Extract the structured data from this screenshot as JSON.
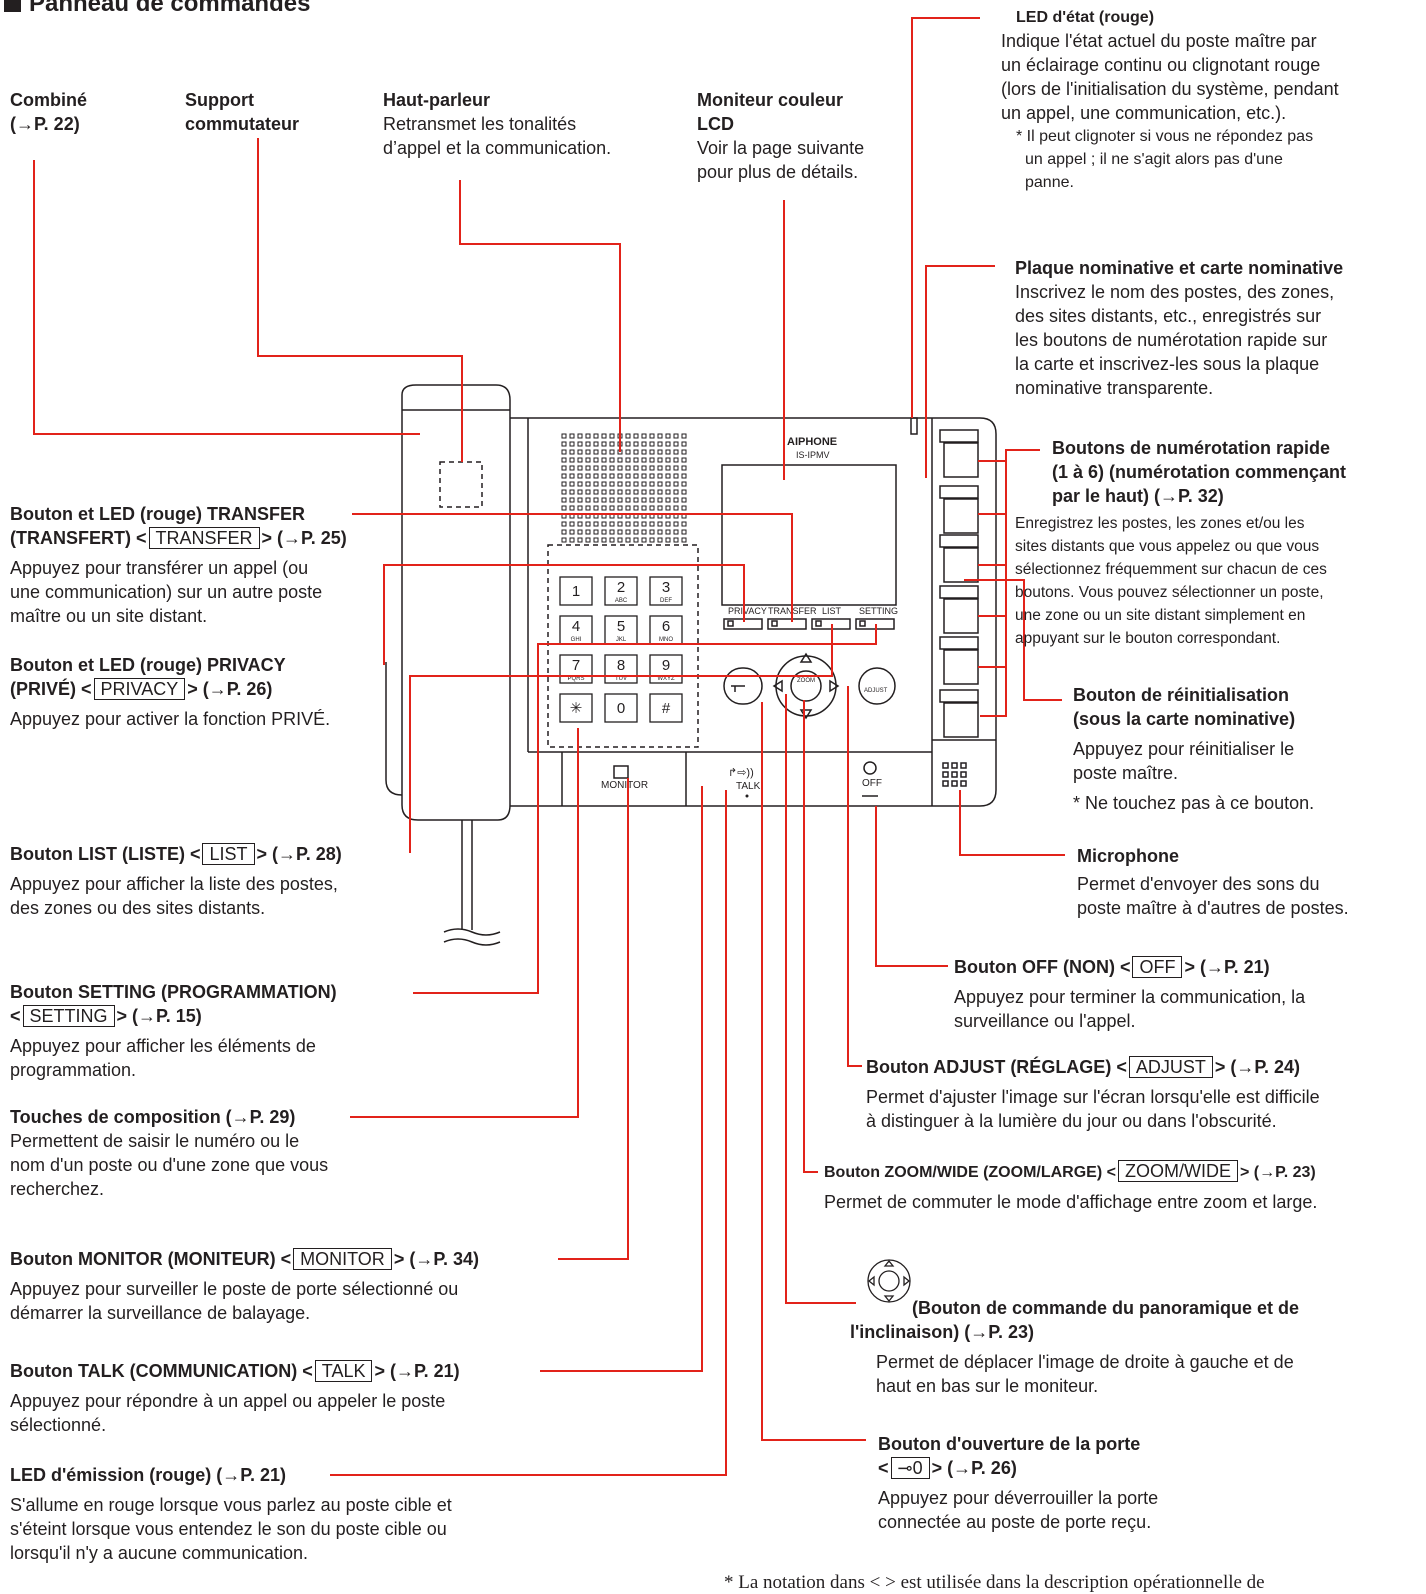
{
  "page_title": "Panneau de commandes",
  "device": {
    "brand": "AIPHONE",
    "model": "IS-IPMV"
  },
  "keypad": [
    {
      "num": "1",
      "letters": ""
    },
    {
      "num": "2",
      "letters": "ABC"
    },
    {
      "num": "3",
      "letters": "DEF"
    },
    {
      "num": "4",
      "letters": "GHI"
    },
    {
      "num": "5",
      "letters": "JKL"
    },
    {
      "num": "6",
      "letters": "MNO"
    },
    {
      "num": "7",
      "letters": "PQRS"
    },
    {
      "num": "8",
      "letters": "TUV"
    },
    {
      "num": "9",
      "letters": "WXYZ"
    },
    {
      "num": "✳",
      "letters": ""
    },
    {
      "num": "0",
      "letters": ""
    },
    {
      "num": "#",
      "letters": ""
    }
  ],
  "device_buttons": {
    "privacy": "PRIVACY",
    "transfer": "TRANSFER",
    "list": "LIST",
    "setting": "SETTING",
    "monitor": "MONITOR",
    "talk": "TALK",
    "off": "OFF",
    "adjust": "ADJUST",
    "zoom": "ZOOM"
  },
  "callouts": {
    "combine": {
      "title": "Combiné",
      "ref": "(→P. 22)"
    },
    "support": {
      "title1": "Support",
      "title2": "commutateur"
    },
    "haut_parleur": {
      "title": "Haut-parleur",
      "desc1": "Retransmet les tonalités",
      "desc2": "d’appel et la communication."
    },
    "moniteur_lcd": {
      "title1": "Moniteur couleur",
      "title2": "LCD",
      "desc1": "Voir la page suivante",
      "desc2": "pour plus de détails."
    },
    "led_etat": {
      "title": "LED d'état (rouge)",
      "desc": [
        "Indique l'état actuel du poste maître par",
        "un éclairage continu ou clignotant rouge",
        "(lors de l'initialisation du système, pendant",
        "un appel, une communication, etc.)."
      ],
      "note": [
        "* Il peut clignoter si vous ne répondez pas",
        "un appel ; il ne s'agit alors pas d'une",
        "panne."
      ]
    },
    "plaque": {
      "title": "Plaque nominative et carte nominative",
      "desc": [
        "Inscrivez le nom des postes, des zones,",
        "des sites distants, etc., enregistrés sur",
        "les boutons de numérotation rapide sur",
        "la carte et inscrivez-les sous la plaque",
        "nominative transparente."
      ]
    },
    "numerotation": {
      "title": [
        "Boutons de numérotation rapide",
        "(1 à 6) (numérotation commençant",
        "par le haut) (→P. 32)"
      ],
      "desc": [
        "Enregistrez les postes, les zones et/ou les",
        "sites distants que vous appelez ou que vous",
        "sélectionnez fréquemment sur chacun de ces",
        "boutons. Vous pouvez sélectionner un poste,",
        "une zone ou un site distant simplement en",
        "appuyant sur le bouton correspondant."
      ]
    },
    "reinit": {
      "title": [
        "Bouton de réinitialisation",
        "(sous la carte nominative)"
      ],
      "desc": [
        "Appuyez pour réinitialiser le",
        "poste maître."
      ],
      "note": "* Ne touchez pas à ce bouton."
    },
    "microphone": {
      "title": "Microphone",
      "desc": [
        "Permet d'envoyer des sons du",
        "poste maître à d'autres de postes."
      ]
    },
    "transfer": {
      "title1": "Bouton et LED (rouge) TRANSFER",
      "pre": "(TRANSFERT) <",
      "key": "TRANSFER",
      "post": "> (→P. 25)",
      "desc": [
        "Appuyez pour transférer un appel (ou",
        "une communication) sur un autre poste",
        "maître ou un site distant."
      ]
    },
    "privacy": {
      "title1": "Bouton et LED (rouge) PRIVACY",
      "pre": "(PRIVÉ) <",
      "key": "PRIVACY",
      "post": "> (→P. 26)",
      "desc": "Appuyez pour activer la fonction PRIVÉ."
    },
    "list": {
      "pre": "Bouton LIST (LISTE) <",
      "key": "LIST",
      "post": "> (→P. 28)",
      "desc": [
        "Appuyez pour afficher la liste des postes,",
        "des zones ou des sites distants."
      ]
    },
    "setting": {
      "title": "Bouton SETTING (PROGRAMMATION)",
      "pre": "<",
      "key": "SETTING",
      "post": "> (→P. 15)",
      "desc": [
        "Appuyez pour afficher les éléments de",
        "programmation."
      ]
    },
    "touches": {
      "title": "Touches de composition (→P. 29)",
      "desc": [
        "Permettent de saisir le numéro ou le",
        "nom d'un poste ou d'une zone que vous",
        "recherchez."
      ]
    },
    "monitor": {
      "pre": "Bouton MONITOR (MONITEUR) <",
      "key": "MONITOR",
      "post": "> (→P. 34)",
      "desc": [
        "Appuyez pour surveiller le poste de porte sélectionné ou",
        "démarrer la surveillance de balayage."
      ]
    },
    "talk": {
      "pre": "Bouton TALK (COMMUNICATION) <",
      "key": "TALK",
      "post": "> (→P. 21)",
      "desc": [
        "Appuyez pour répondre à un appel ou appeler le poste",
        "sélectionné."
      ]
    },
    "led_emission": {
      "title": "LED d'émission (rouge) (→P. 21)",
      "desc": [
        "S'allume en rouge lorsque vous parlez au poste cible et",
        "s'éteint lorsque vous entendez le son du poste cible ou",
        "lorsqu'il n'y a aucune communication."
      ]
    },
    "off": {
      "pre": "Bouton OFF (NON) <",
      "key": "OFF",
      "post": "> (→P. 21)",
      "desc": [
        "Appuyez pour terminer la communication, la",
        "surveillance ou l'appel."
      ]
    },
    "adjust": {
      "pre": "Bouton ADJUST (RÉGLAGE) <",
      "key": "ADJUST",
      "post": "> (→P. 24)",
      "desc": [
        "Permet d'ajuster l'image sur l'écran lorsqu'elle est difficile",
        "à distinguer à la lumière du jour ou dans l'obscurité."
      ]
    },
    "zoom": {
      "pre": "Bouton ZOOM/WIDE (ZOOM/LARGE) <",
      "key": "ZOOM/WIDE",
      "post": "> (→P. 23)",
      "desc": "Permet de commuter le mode d'affichage entre zoom et large."
    },
    "panoramique": {
      "title1": "(Bouton de commande du panoramique et de",
      "title2": "l'inclinaison) (→P. 23)",
      "desc": [
        "Permet de déplacer l'image de droite à gauche et de",
        "haut en bas sur le moniteur."
      ]
    },
    "porte": {
      "title": "Bouton d'ouverture de la porte",
      "pre": "<",
      "key": "⊸0",
      "post": "> (→P. 26)",
      "desc": [
        "Appuyez pour déverrouiller la porte",
        "connectée au poste de porte reçu."
      ]
    }
  },
  "footnote": "* La notation dans < > est utilisée dans la description opérationnelle de"
}
